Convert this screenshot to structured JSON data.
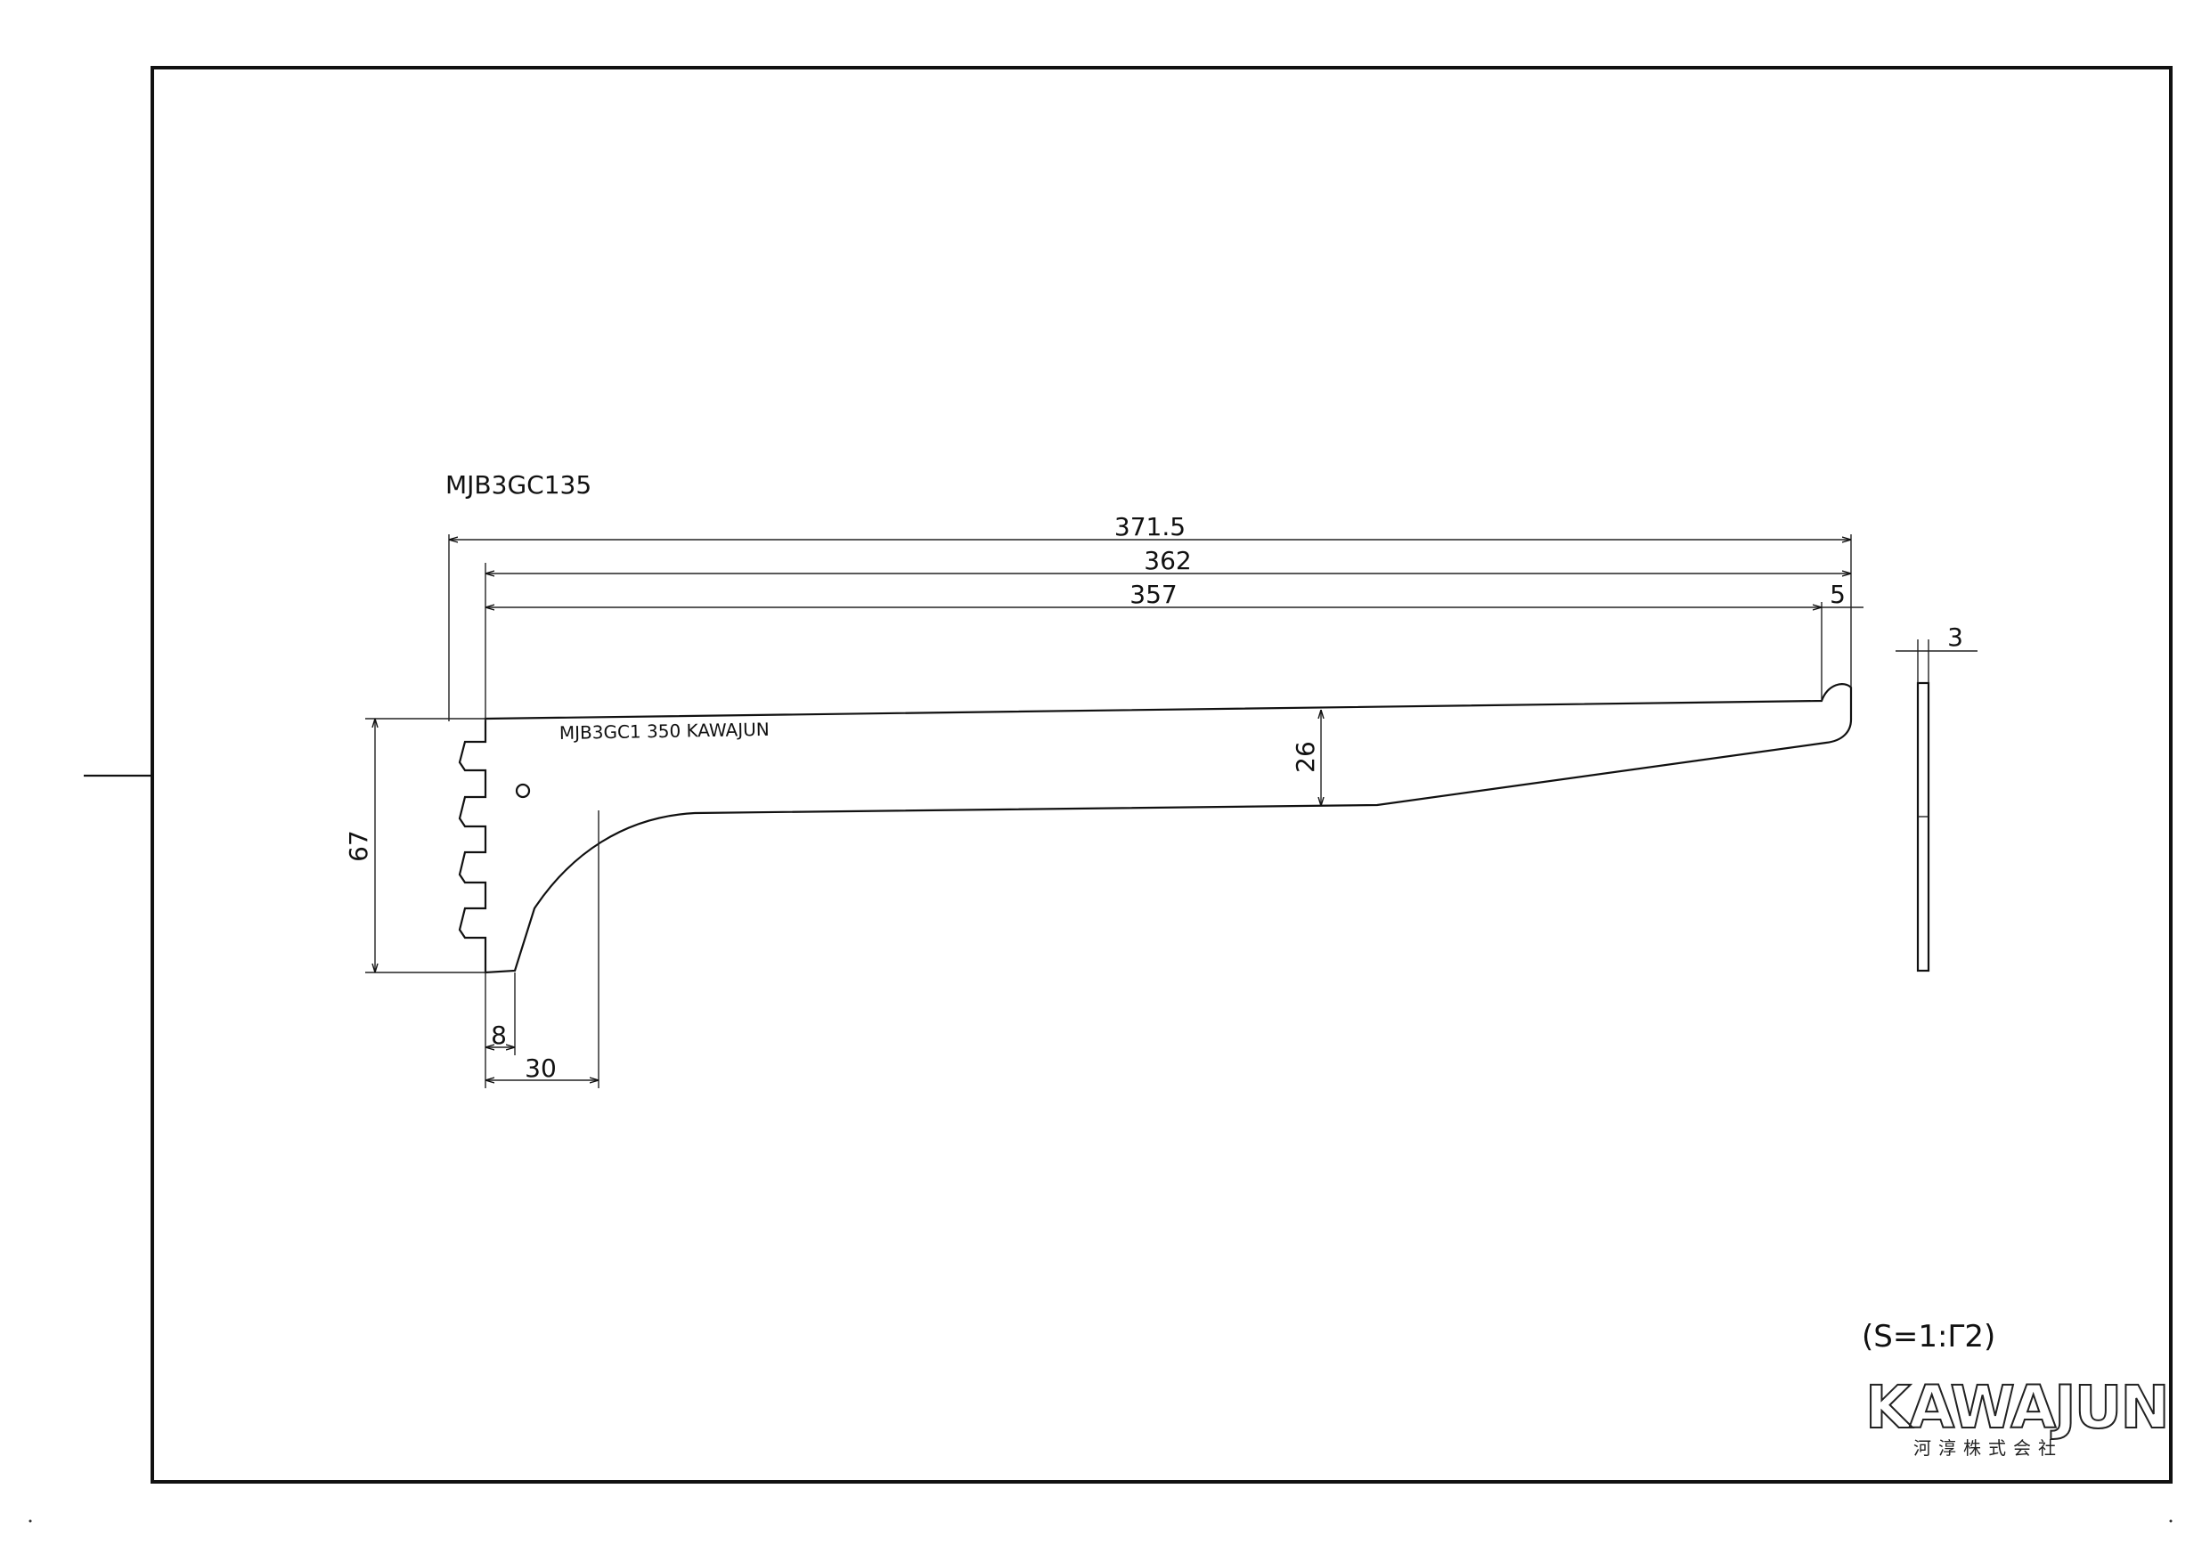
{
  "drawing": {
    "part_number": "MJB3GC135",
    "etched_marking": "MJB3GC1  350  KAWAJUN",
    "scale_note": "(S=1:Γ2)",
    "dimensions": {
      "overall_length": "371.5",
      "length_362": "362",
      "length_357": "357",
      "tip_width": "5",
      "thickness": "3",
      "height": "67",
      "arm_depth": "26",
      "hook_offset": "8",
      "curve_start": "30"
    }
  },
  "logo": {
    "name": "KAWAJUN",
    "company": "河淳株式会社"
  }
}
